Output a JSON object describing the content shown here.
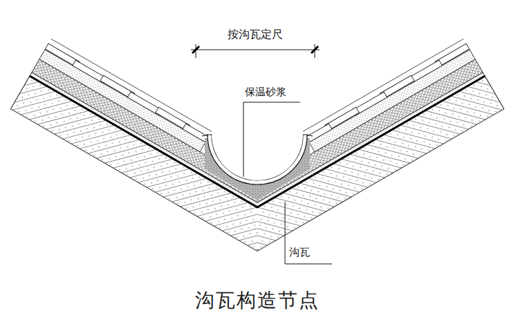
{
  "diagram": {
    "caption": "沟瓦构造节点",
    "labels": [
      "按沟瓦定尺",
      "保温砂浆",
      "沟瓦"
    ]
  }
}
